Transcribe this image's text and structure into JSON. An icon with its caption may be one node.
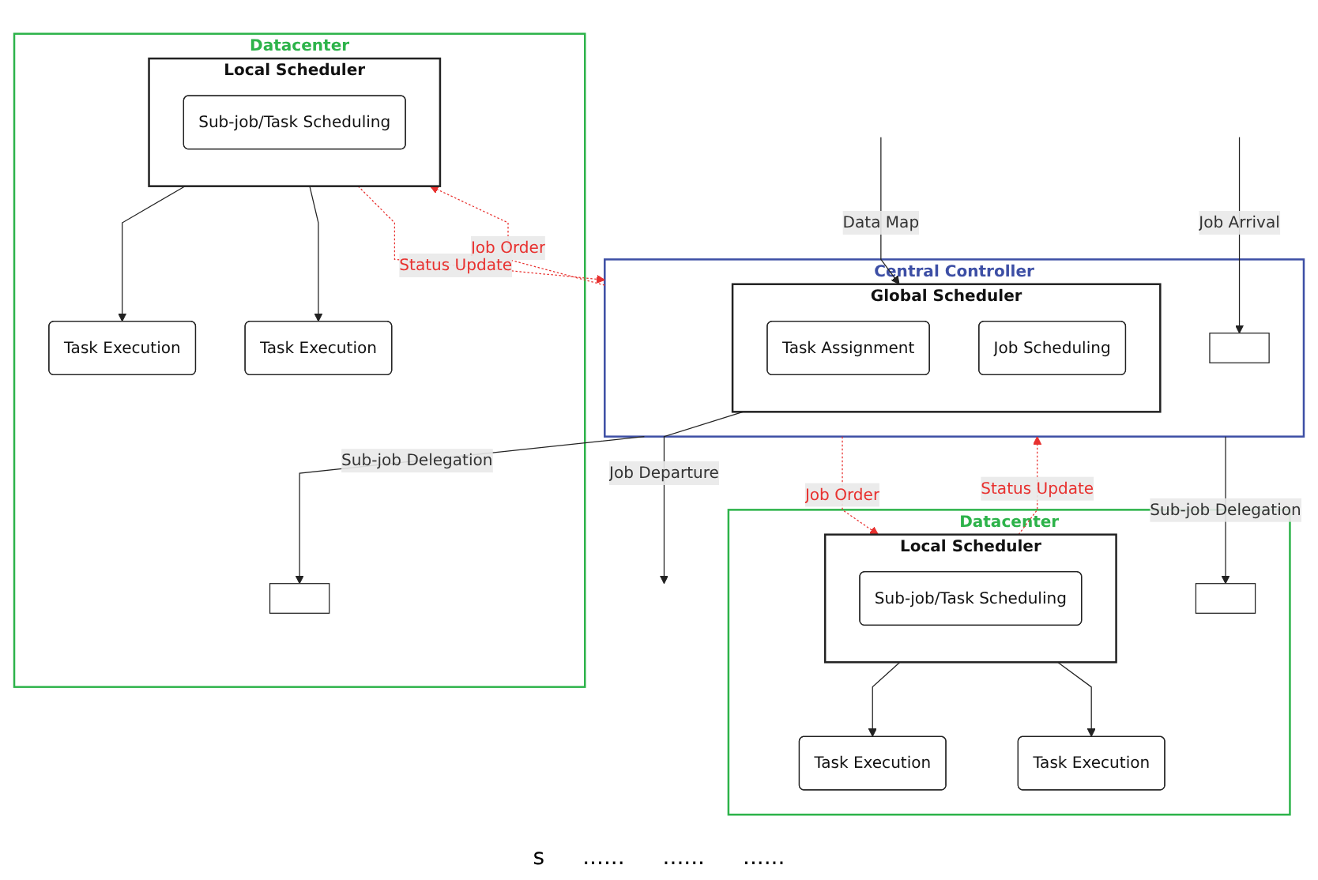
{
  "diagram": {
    "nodes": [
      {
        "text": [
          "Central Controller"
        ]
      },
      {
        "text": [
          "Global Scheduler"
        ],
        "in": 0
      },
      {
        "text": [
          "Task Assignment"
        ],
        "in": 1
      },
      {
        "text": [
          "Job Scheduling"
        ],
        "in": 1
      },
      {
        "text": [],
        "shape": "box",
        "in": 0
      },
      {
        "text": [
          "Datacenter"
        ]
      },
      {
        "text": [],
        "shape": "box",
        "in": 5
      },
      {
        "text": [
          "Local Scheduler"
        ],
        "in": 5
      },
      {
        "text": [
          "Sub-job/Task Scheduling"
        ],
        "in": 7
      },
      {
        "text": [
          "Task Execution"
        ],
        "in": 5
      },
      {
        "text": [
          "Task Execution"
        ],
        "in": 5
      },
      {
        "text": [
          "Datacenter"
        ]
      },
      {
        "text": [],
        "shape": "box",
        "in": 11
      },
      {
        "text": [
          "Local Scheduler"
        ],
        "in": 11
      },
      {
        "text": [
          "Sub-job/Task Scheduling"
        ],
        "in": 13
      },
      {
        "text": [
          "Task Execution"
        ],
        "in": 11
      },
      {
        "text": [
          "Task Execution"
        ],
        "in": 11
      }
    ],
    "edges": [
      {
        "from": null,
        "to": 1,
        "arrow": "to",
        "label": "Data Map"
      },
      {
        "from": null,
        "to": 4,
        "arrow": "to",
        "label": "Job Arrival"
      },
      {
        "from": 1,
        "to": null,
        "arrow": "to",
        "label": "Job Departure"
      },
      {
        "from": 0,
        "to": 6,
        "arrow": "to",
        "label": "Sub-job Delegation"
      },
      {
        "from": 0,
        "to": 7,
        "arrow": "to",
        "label": "Job Order",
        "style": "dashed",
        "color": "#e8312f"
      },
      {
        "from": 7,
        "to": 0,
        "arrow": "to",
        "label": "Status Update",
        "style": "dashed",
        "color": "#e8312f"
      },
      {
        "from": 0,
        "to": 12,
        "arrow": "to",
        "label": "Sub-job Delegation"
      },
      {
        "from": 0,
        "to": 13,
        "arrow": "to",
        "label": "Job Order",
        "style": "dashed",
        "color": "#e8312f"
      },
      {
        "from": 13,
        "to": 0,
        "arrow": "to",
        "label": "Status Update",
        "style": "dashed",
        "color": "#e8312f"
      },
      {
        "from": 7,
        "to": 9,
        "arrow": "to"
      },
      {
        "from": 7,
        "to": 10,
        "arrow": "to"
      },
      {
        "from": 13,
        "to": 15,
        "arrow": "to"
      },
      {
        "from": 13,
        "to": 16,
        "arrow": "to"
      }
    ],
    "labels": [
      "s",
      "......",
      "......",
      "......"
    ]
  }
}
